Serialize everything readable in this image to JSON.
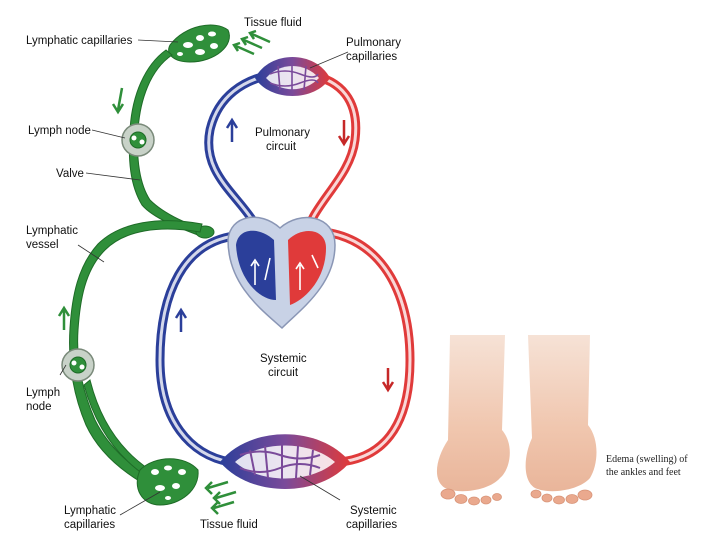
{
  "labels": {
    "tissue_fluid_top": "Tissue fluid",
    "lymphatic_capillaries_top": "Lymphatic capillaries",
    "pulmonary_capillaries_1": "Pulmonary",
    "pulmonary_capillaries_2": "capillaries",
    "pulmonary_circuit_1": "Pulmonary",
    "pulmonary_circuit_2": "circuit",
    "lymph_node_top": "Lymph node",
    "valve": "Valve",
    "lymphatic_vessel_1": "Lymphatic",
    "lymphatic_vessel_2": "vessel",
    "systemic_circuit_1": "Systemic",
    "systemic_circuit_2": "circuit",
    "lymph_node_bottom_1": "Lymph",
    "lymph_node_bottom_2": "node",
    "lymphatic_capillaries_bottom_1": "Lymphatic",
    "lymphatic_capillaries_bottom_2": "capillaries",
    "tissue_fluid_bottom": "Tissue fluid",
    "systemic_capillaries_1": "Systemic",
    "systemic_capillaries_2": "capillaries"
  },
  "photo": {
    "caption_1": "Edema (swelling) of",
    "caption_2": "the ankles and feet"
  },
  "colors": {
    "lymph": "#2f8f3a",
    "lymph_dark": "#1e6b27",
    "oxygenated": "#e03a3a",
    "deoxygenated": "#2b3f9a",
    "capillary_mix": "#7a4a9a",
    "heart_bg": "#c8d2e6",
    "skin": "#f2c9b0"
  }
}
